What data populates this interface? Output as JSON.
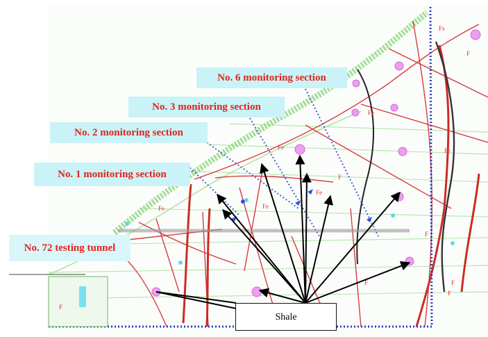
{
  "labels": {
    "section6": "No. 6 monitoring section",
    "section3": "No. 3 monitoring section",
    "section2": "No. 2 monitoring section",
    "section1": "No. 1 monitoring section",
    "tunnel": "No. 72 testing tunnel",
    "shale": "Shale"
  },
  "colors": {
    "label_text": "#e2231a",
    "label_bg": "#c9f3f7",
    "fault_line": "#d83a3a",
    "contour": "#7ccf6b",
    "monitor_line": "#4a5bd4",
    "boundary": "#2a3cc0",
    "arrow": "#000000",
    "rock_marker": "#e9a6ee"
  }
}
